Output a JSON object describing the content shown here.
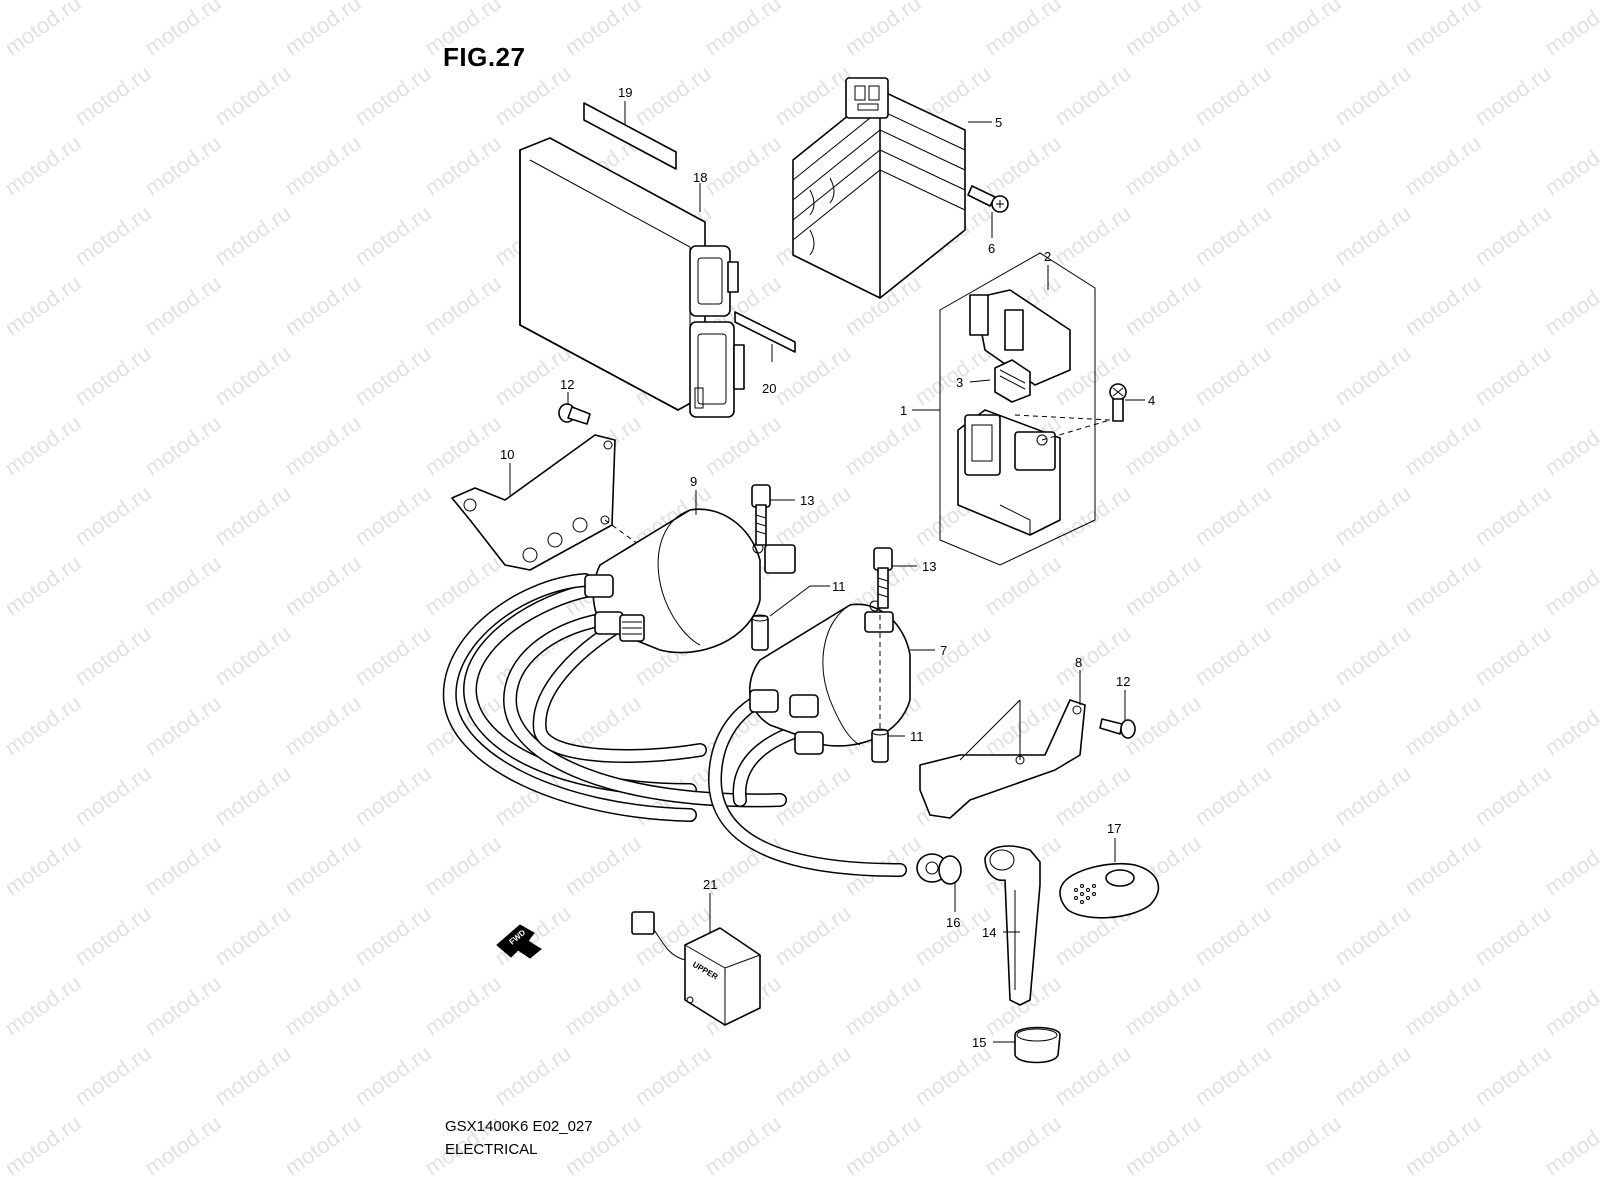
{
  "figure": {
    "title": "FIG.27",
    "model_code": "GSX1400K6 E02_027",
    "section": "ELECTRICAL",
    "watermark": "motod.ru"
  },
  "callouts": [
    {
      "id": "c1",
      "label": "1"
    },
    {
      "id": "c2",
      "label": "2"
    },
    {
      "id": "c3",
      "label": "3"
    },
    {
      "id": "c4",
      "label": "4"
    },
    {
      "id": "c5",
      "label": "5"
    },
    {
      "id": "c6",
      "label": "6"
    },
    {
      "id": "c7",
      "label": "7"
    },
    {
      "id": "c8",
      "label": "8"
    },
    {
      "id": "c9",
      "label": "9"
    },
    {
      "id": "c10",
      "label": "10"
    },
    {
      "id": "c11a",
      "label": "11"
    },
    {
      "id": "c11b",
      "label": "11"
    },
    {
      "id": "c12a",
      "label": "12"
    },
    {
      "id": "c12b",
      "label": "12"
    },
    {
      "id": "c13a",
      "label": "13"
    },
    {
      "id": "c13b",
      "label": "13"
    },
    {
      "id": "c14",
      "label": "14"
    },
    {
      "id": "c15",
      "label": "15"
    },
    {
      "id": "c16",
      "label": "16"
    },
    {
      "id": "c17",
      "label": "17"
    },
    {
      "id": "c18",
      "label": "18"
    },
    {
      "id": "c19",
      "label": "19"
    },
    {
      "id": "c20",
      "label": "20"
    },
    {
      "id": "c21",
      "label": "21"
    }
  ],
  "part_marks": {
    "fwd": "FWD",
    "upper": "UPPER"
  }
}
